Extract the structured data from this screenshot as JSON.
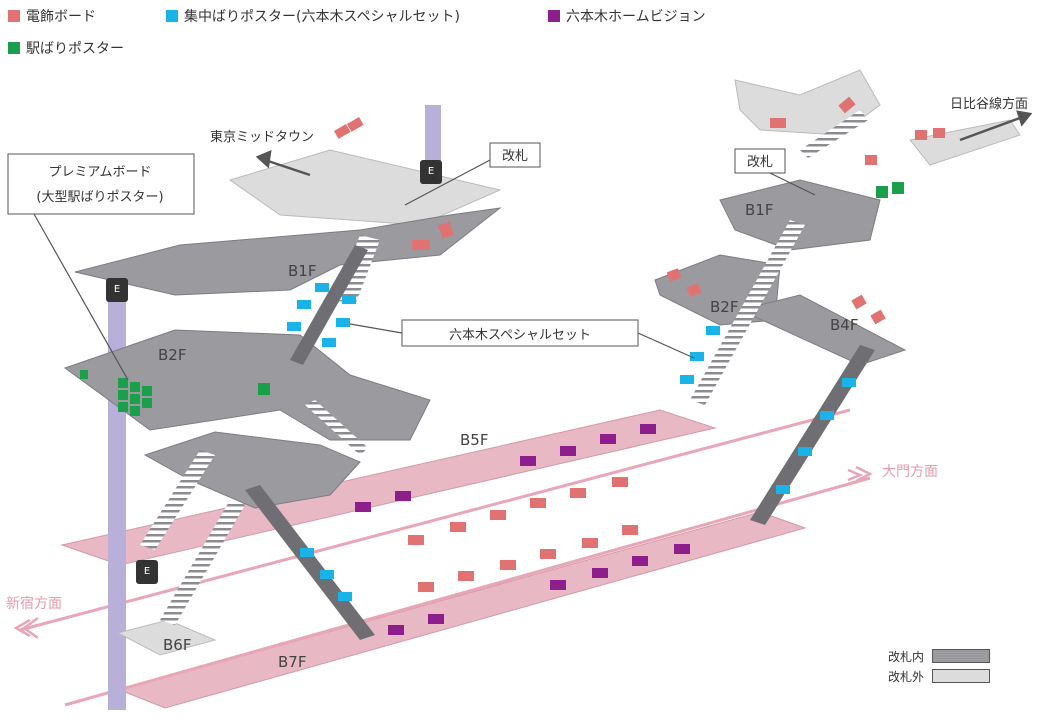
{
  "legend": [
    {
      "label": "電飾ボード",
      "color": "#e07272"
    },
    {
      "label": "集中ばりポスター(六本木スペシャルセット)",
      "color": "#1ab3e8"
    },
    {
      "label": "六本木ホームビジョン",
      "color": "#8c1f8c"
    },
    {
      "label": "駅ばりポスター",
      "color": "#1aa04a"
    }
  ],
  "floors": {
    "b1f_left": "B1F",
    "b2f_left": "B2F",
    "b5f": "B5F",
    "b6f": "B6F",
    "b7f": "B7F",
    "b1f_right": "B1F",
    "b2f_right": "B2F",
    "b4f": "B4F"
  },
  "callouts": {
    "premium_board": "プレミアムボード",
    "premium_board_sub": "(大型駅ばりポスター)",
    "roppongi_special": "六本木スペシャルセット",
    "gate_left": "改札",
    "gate_right": "改札"
  },
  "directions": {
    "midtown": "東京ミッドタウン",
    "hibiya": "日比谷線方面",
    "daimon": "大門方面",
    "shinjuku": "新宿方面"
  },
  "elevator_icon": "elevator-icon",
  "key": {
    "inside": "改札内",
    "outside": "改札外",
    "inside_color": "#9a9a9f",
    "outside_color": "#dcdcdc"
  },
  "colors": {
    "platform_pink": "#e8b8c4",
    "floor_dark": "#9a9a9f",
    "floor_light": "#dcdcdc",
    "pillar": "#b8b0d8"
  }
}
